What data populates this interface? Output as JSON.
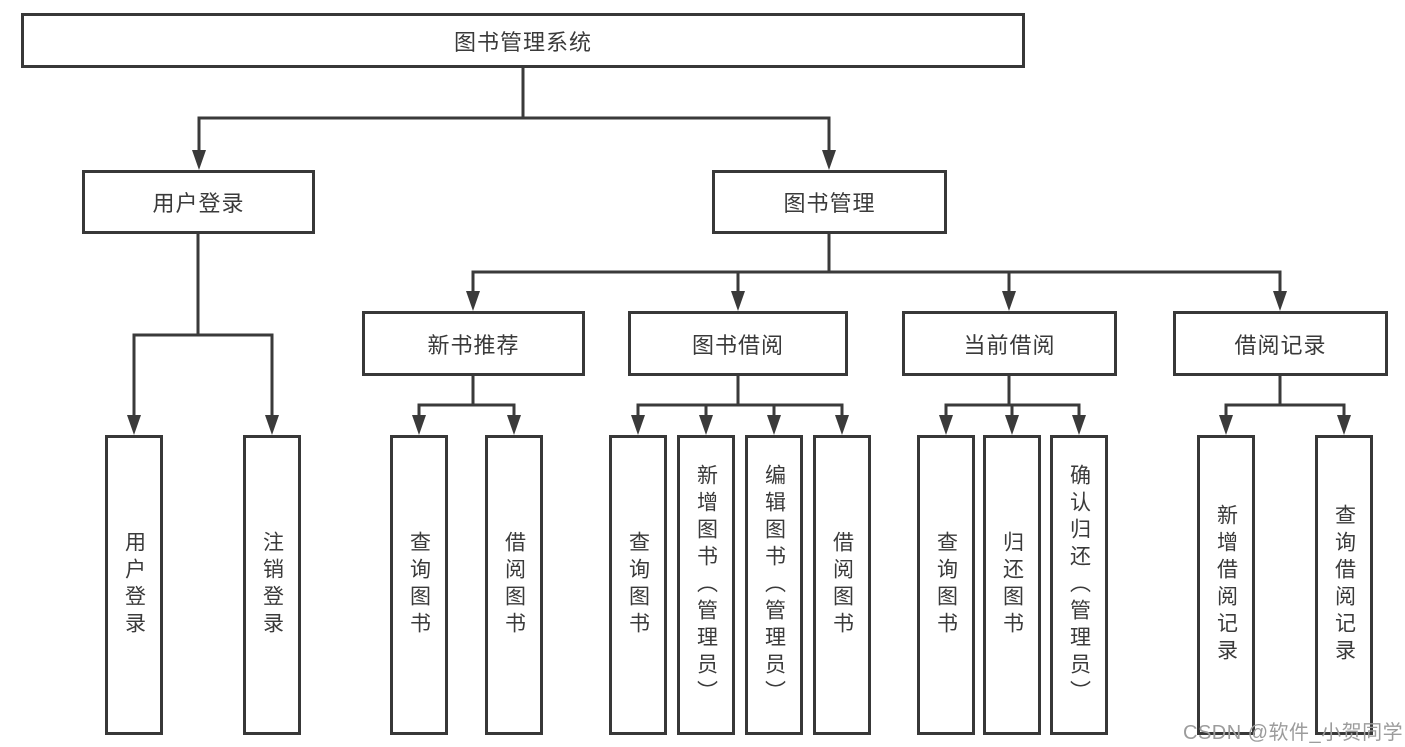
{
  "diagram": {
    "title": "图书管理系统",
    "root": {
      "label": "图书管理系统"
    },
    "branches": [
      {
        "label": "用户登录",
        "children": [
          {
            "label": "用户登录"
          },
          {
            "label": "注销登录"
          }
        ]
      },
      {
        "label": "图书管理",
        "children": [
          {
            "label": "新书推荐",
            "children": [
              {
                "label": "查询图书"
              },
              {
                "label": "借阅图书"
              }
            ]
          },
          {
            "label": "图书借阅",
            "children": [
              {
                "label": "查询图书"
              },
              {
                "label": "新增图书（管理员）"
              },
              {
                "label": "编辑图书（管理员）"
              },
              {
                "label": "借阅图书"
              }
            ]
          },
          {
            "label": "当前借阅",
            "children": [
              {
                "label": "查询图书"
              },
              {
                "label": "归还图书"
              },
              {
                "label": "确认归还（管理员）"
              }
            ]
          },
          {
            "label": "借阅记录",
            "children": [
              {
                "label": "新增借阅记录"
              },
              {
                "label": "查询借阅记录"
              }
            ]
          }
        ]
      }
    ]
  },
  "watermark": {
    "text": "CSDN @软件_小贺同学"
  },
  "colors": {
    "line": "#3a3a3a",
    "border": "#383838",
    "text": "#3a3a3a",
    "background": "#ffffff",
    "watermark": "#9c9c9c"
  }
}
